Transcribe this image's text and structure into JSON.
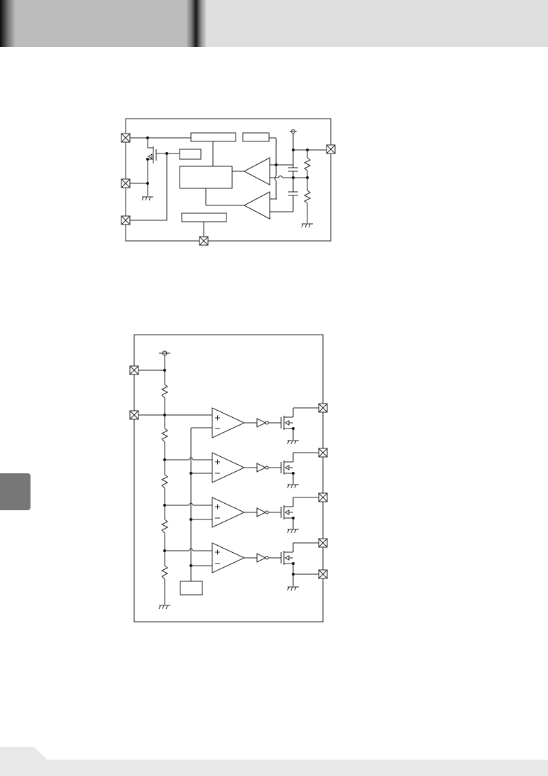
{
  "colors": {
    "header_gray": "#dedede",
    "header_tab_gray": "#bcbcbc",
    "side_tab_gray": "#777777",
    "footer_gray": "#e8e8e8",
    "line": "#222222",
    "background": "#ffffff"
  },
  "diagrams": [
    {
      "name": "block-diagram-regulator",
      "external_pins": 5,
      "internal_blocks": 5,
      "comparators": 2,
      "resistor_divider": 2,
      "capacitors": 2,
      "transistors": 1
    },
    {
      "name": "block-diagram-comparator-ladder",
      "external_pins": 7,
      "comparators": 4,
      "buffers": 4,
      "output_transistors": 4,
      "ladder_resistors": 5,
      "reference_blocks": 1
    }
  ]
}
